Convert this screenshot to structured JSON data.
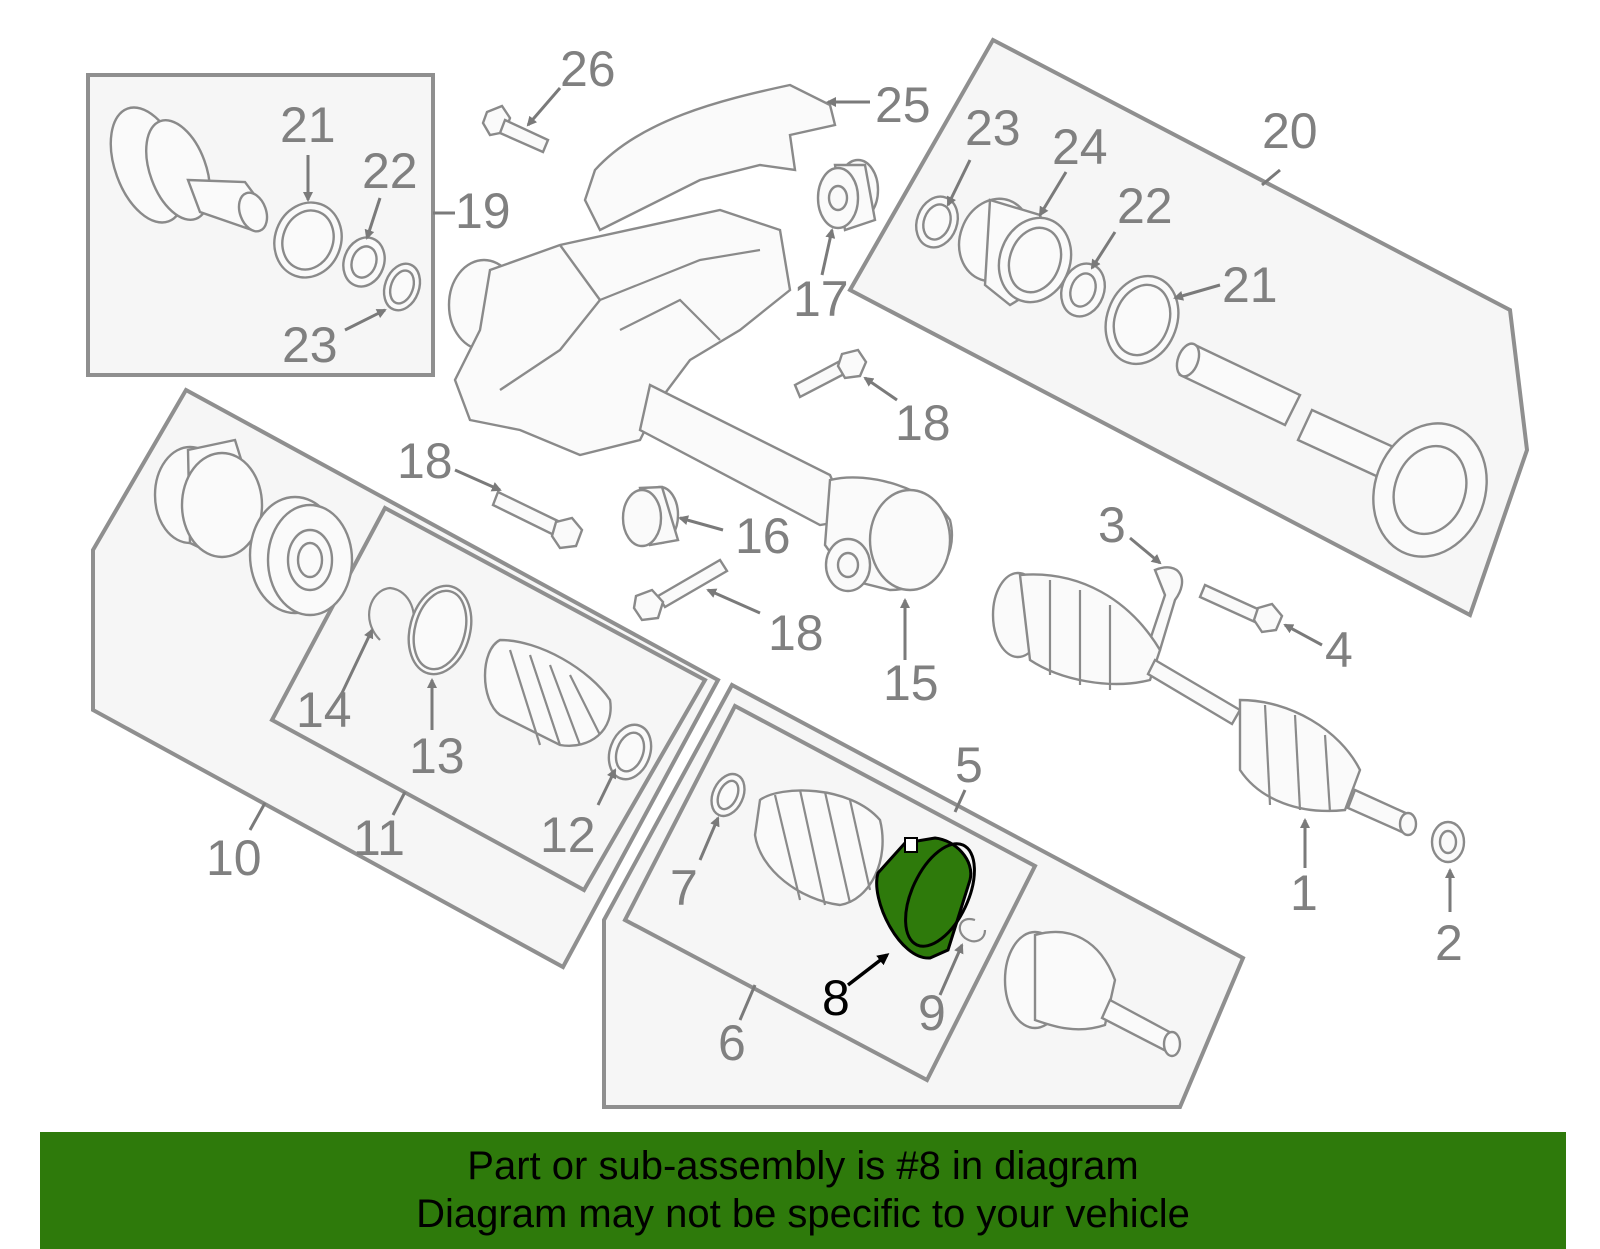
{
  "highlight_color": "#2e7a0b",
  "banner": {
    "line1": "Part or sub-assembly is #8 in diagram",
    "line2": "Diagram may not be specific to your vehicle"
  },
  "callouts": {
    "c1": "1",
    "c2": "2",
    "c3": "3",
    "c4": "4",
    "c5": "5",
    "c6": "6",
    "c7": "7",
    "c8": "8",
    "c9": "9",
    "c10": "10",
    "c11": "11",
    "c12": "12",
    "c13": "13",
    "c14": "14",
    "c15": "15",
    "c16": "16",
    "c17": "17",
    "c18a": "18",
    "c18b": "18",
    "c18c": "18",
    "c19": "19",
    "c20": "20",
    "c21a": "21",
    "c21b": "21",
    "c22a": "22",
    "c22b": "22",
    "c23a": "23",
    "c23b": "23",
    "c24": "24",
    "c25": "25",
    "c26": "26"
  }
}
